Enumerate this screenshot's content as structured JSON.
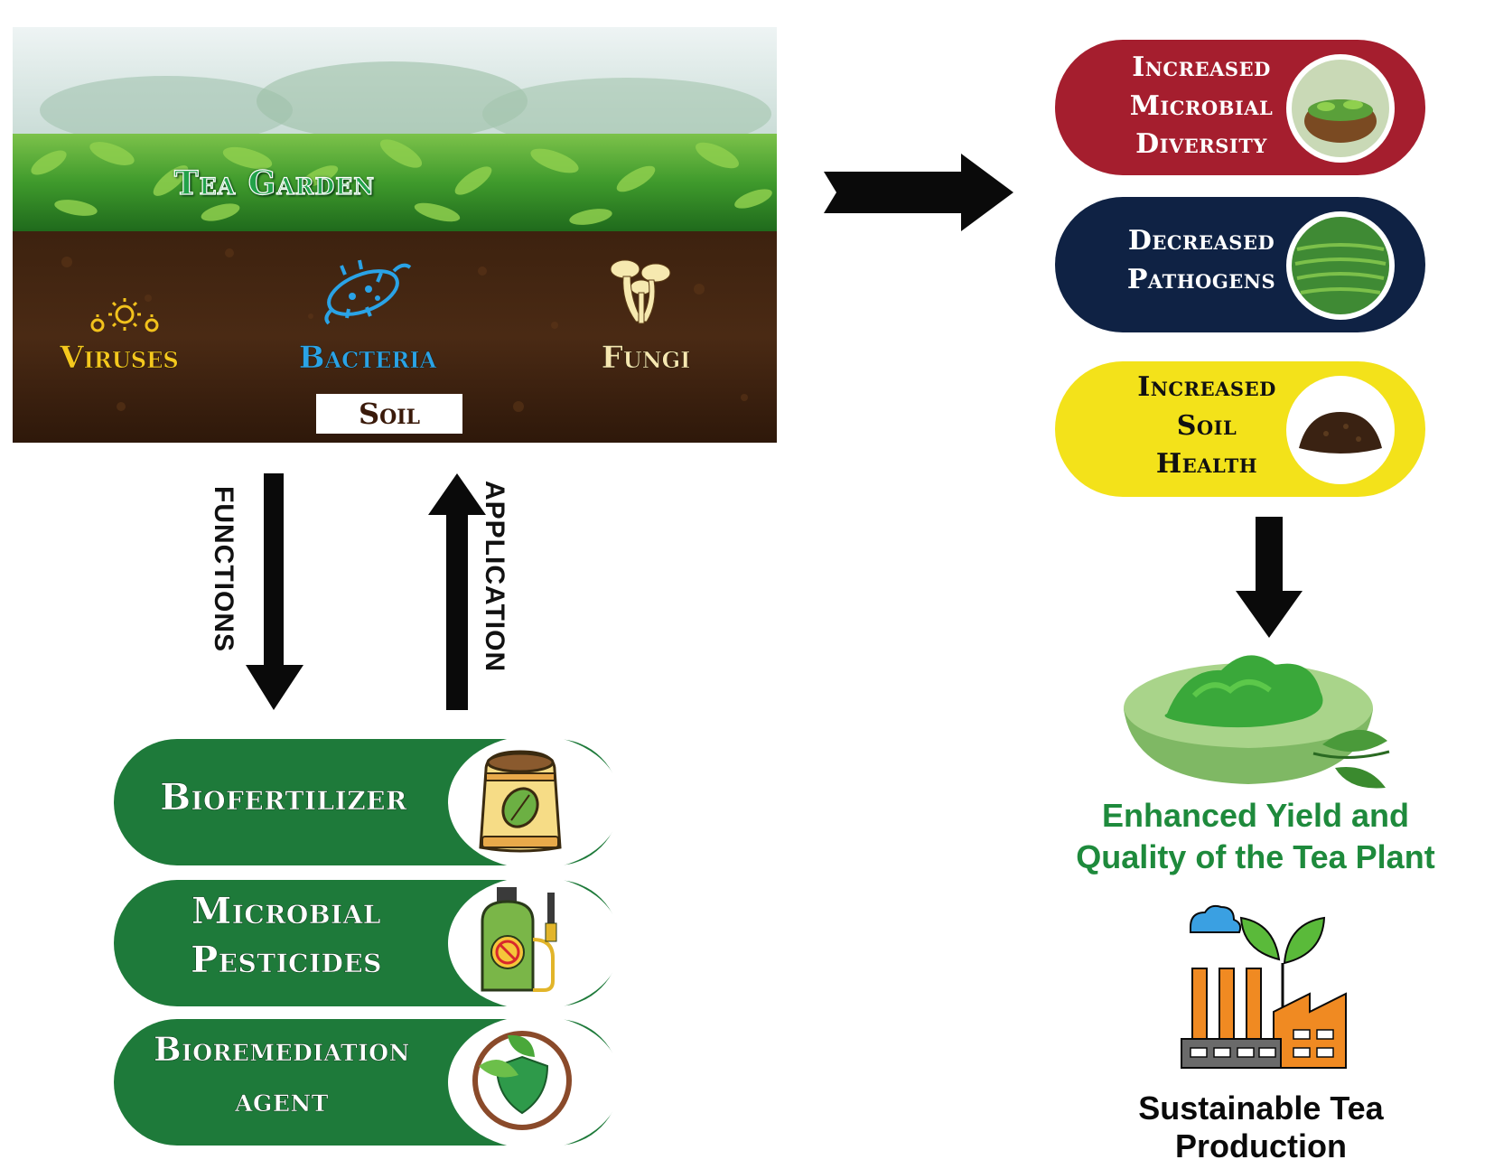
{
  "scene": {
    "title": "Tea Garden",
    "organisms": {
      "viruses": "Viruses",
      "bacteria": "Bacteria",
      "fungi": "Fungi"
    },
    "soil_label": "Soil"
  },
  "arrows": {
    "functions": "FUNCTIONS",
    "application": "APPLICATION"
  },
  "applications": [
    {
      "line1": "Biofertilizer",
      "line2": ""
    },
    {
      "line1": "Microbial",
      "line2": "Pesticides"
    },
    {
      "line1": "Bioremediation",
      "line2": "agent"
    }
  ],
  "effects": [
    {
      "line1": "Increased",
      "line2": "Microbial",
      "line3": "Diversity",
      "color": "#a51e2e"
    },
    {
      "line1": "Decreased",
      "line2": "Pathogens",
      "line3": "",
      "color": "#0f2244"
    },
    {
      "line1": "Increased",
      "line2": "Soil",
      "line3": "Health",
      "color": "#f3e21a"
    }
  ],
  "outcomes": {
    "yield_line1": "Enhanced Yield and",
    "yield_line2": "Quality of the Tea Plant",
    "sustainable_line1": "Sustainable Tea",
    "sustainable_line2": "Production"
  },
  "colors": {
    "app_green": "#1e7a3a",
    "yield_text": "#1e8a3c"
  },
  "icons": [
    "virus-icon",
    "bacteria-icon",
    "mushroom-icon",
    "fertilizer-bag-icon",
    "sprayer-icon",
    "shield-leaf-icon",
    "tea-bowl-icon",
    "tea-field-icon",
    "soil-pile-icon",
    "tea-powder-bowl-icon",
    "factory-sprout-icon"
  ]
}
